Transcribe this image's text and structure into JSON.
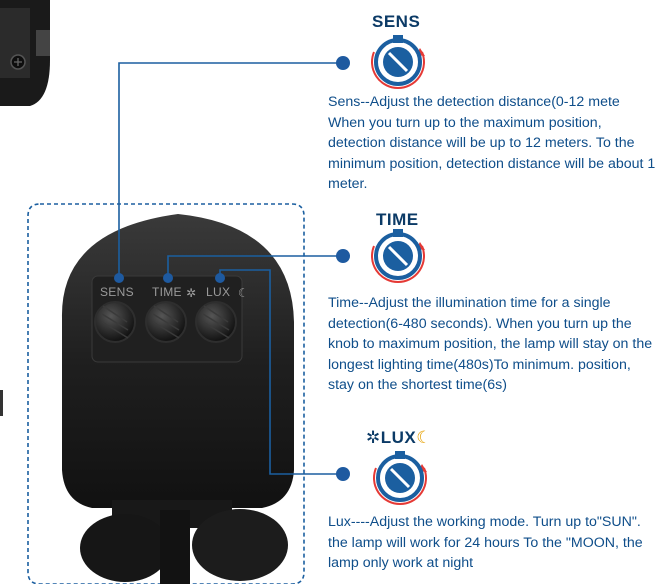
{
  "sensor_labels": {
    "sens": "SENS",
    "time": "TIME",
    "lux": "LUX"
  },
  "controls": [
    {
      "title": "SENS",
      "description": "Sens--Adjust the detection distance(0-12 mete When you turn up to the maximum position, detection distance will be up to 12 meters. To the minimum position, detection distance will be about 1 meter."
    },
    {
      "title": "TIME",
      "description": "Time--Adjust the illumination time for a single detection(6-480 seconds). When you turn up the knob to maximum position, the lamp will stay on the longest lighting time(480s)To minimum. position, stay on the shortest time(6s)"
    },
    {
      "title": "LUX",
      "description": "Lux----Adjust the working mode. Turn up to\"SUN\". the lamp will work for 24 hours To the \"MOON, the lamp only work at night"
    }
  ],
  "colors": {
    "line": "#1b5fa0",
    "ring": "#1b5fa0",
    "arrow": "#e53935",
    "dot": "#1e5aa0"
  }
}
